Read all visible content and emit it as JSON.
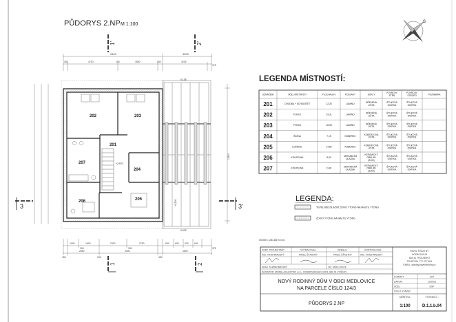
{
  "header": {
    "title": "PŮDORYS 2.NP",
    "scale": "M 1:100"
  },
  "plan": {
    "rooms": [
      "201",
      "202",
      "203",
      "204",
      "205",
      "206",
      "207"
    ],
    "dims_top_overall": [
      "9400",
      "4600"
    ],
    "dims_top_detail": [
      "450",
      "4700",
      "150",
      "3550",
      "450",
      "4225",
      "375"
    ],
    "dims_bottom_detail": [
      "1000",
      "1600",
      "150",
      "2300",
      "150",
      "2750",
      "630",
      "630",
      "630",
      "630",
      "375"
    ],
    "dims_bottom_overall": [
      "450",
      "2850",
      "150",
      "5400",
      "450",
      "4600"
    ],
    "dim_right": "11800",
    "level_stair": "+2,970",
    "level_terrace": "+3,300",
    "terrace_edge_top": "0,135",
    "terrace_edge_bottom": "0,075",
    "sections": {
      "s1": "1",
      "s1b": "1'",
      "s2": "2",
      "s2b": "2'",
      "s3": "3",
      "s3b": "3'"
    }
  },
  "room_legend": {
    "title": "LEGENDA MÍSTNOSTÍ:",
    "columns": [
      "OZNAČENÍ",
      "ÚČEL MÍSTNOSTI",
      "PLOCHA (m²)",
      "PODLAHY",
      "SOKLY",
      "POVRCHY STĚN",
      "POVRCHY STROPŮ",
      "POZNÁMKA"
    ],
    "rows": [
      [
        "201",
        "CHODBA + SCHODIŠTĚ",
        "12,28",
        "LAMINO",
        "DŘEVĚNÁ LIŠTA",
        "ŠTUKOVÁ OMÍTKA",
        "ŠTUKOVÁ OMÍTKA",
        ""
      ],
      [
        "202",
        "POKOJ",
        "19,31",
        "LAMINO",
        "DŘEVĚNÁ LIŠTA",
        "ŠTUKOVÁ OMÍTKA",
        "ŠTUKOVÁ OMÍTKA",
        ""
      ],
      [
        "203",
        "POKOJ",
        "18,98",
        "LAMINO",
        "DŘEVĚNÁ LIŠTA",
        "ŠTUKOVÁ OMÍTKA",
        "ŠTUKOVÁ OMÍTKA",
        ""
      ],
      [
        "204",
        "ŠATNA",
        "7,15",
        "KOBEREC",
        "KOBERCOVÁ LIŠTA",
        "ŠTUKOVÁ OMÍTKA",
        "ŠTUKOVÁ OMÍTKA",
        ""
      ],
      [
        "205",
        "LOŽNICE",
        "14,80",
        "KOBEREC",
        "KOBERCOVÁ LIŠTA",
        "ŠTUKOVÁ OMÍTKA",
        "ŠTUKOVÁ OMÍTKA",
        ""
      ],
      [
        "206",
        "KOUPELNA",
        "8,50",
        "KERAMICKÁ DLAŽBA",
        "KERAMICKÝ OBKLAD (2100)",
        "ŠTUKOVÁ OMÍTKA",
        "ŠTUKOVÁ OMÍTKA",
        ""
      ],
      [
        "207",
        "KOUPELNA",
        "11,81",
        "KERAMICKÁ DLAŽBA",
        "KERAMICKÝ OBKLAD (2100)",
        "ŠTUKOVÁ OMÍTKA",
        "ŠTUKOVÁ OMÍTKA",
        ""
      ]
    ]
  },
  "legend": {
    "title": "LEGENDA:",
    "items": [
      "TEPELNĚIZOLAČNÍ ZDIVO YTONG NA MALTU YTONG",
      "ZDIVO YTONG NA MALTU YTONG"
    ]
  },
  "elevation_note": "±0,000 = 261,85 m n.m.",
  "title_block": {
    "roles": [
      "ZODP. PROJEKTANT",
      "VYPRACOVAL",
      "KRESLIL",
      "KONTROLOVAL"
    ],
    "names": [
      "ING. VINOHRADSKÝ",
      "PAVEL ŠŤASTNÝ",
      "PAVEL ŠŤASTNÝ",
      "ING. VINOHRADSKÝ"
    ],
    "region": "KRAJ: JIHOMORAVSKÝ",
    "municipality": "OÚ: MEDLOVICE",
    "investor": "INVESTOR: MONELA ELEKTRO s.r.o., DOBROVSKÉHO 422/3, 682 01 VYŠKOV",
    "address": [
      "PAVEL ŠŤASTNÝ",
      "HODÍKOVA 26",
      "664 41 TROUBSKO",
      "TELEFON: 777 077 691",
      "EMAIL: stastny.pavel@volny.cz"
    ],
    "project_title": [
      "NOVÝ RODINNÝ DŮM V OBCI MEDLOVICE",
      "NA PARCELE ČÍSLO 124/3"
    ],
    "drawing_title": "PŮDORYS 2.NP",
    "fields": [
      {
        "label": "FORMÁT",
        "value": "2A4"
      },
      {
        "label": "DATUM",
        "value": "10/2021"
      },
      {
        "label": "ÚČEL",
        "value": "DSP"
      },
      {
        "label": "ČÍSLO STAVBY:",
        "value": ""
      }
    ],
    "scale_label": "MĚŘÍTKO:",
    "scale_value": "1:100",
    "drawing_no_label": "VÝKRES Č.:",
    "drawing_no_value": "D.1.1.b.04"
  }
}
